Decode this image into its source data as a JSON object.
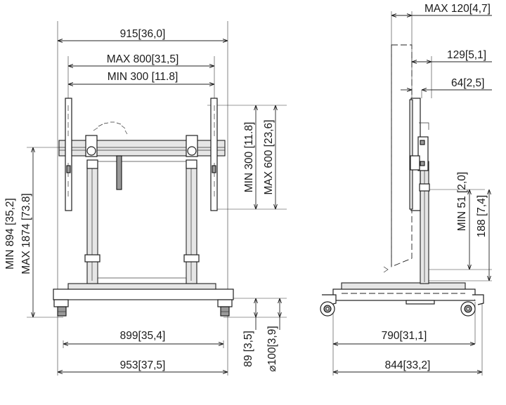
{
  "front_view": {
    "overall_width": {
      "mm": "915",
      "inch": "36,0"
    },
    "max_mount_width": {
      "mm": "MAX 800",
      "inch": "31,5"
    },
    "min_mount_width": {
      "mm": "MIN 300",
      "inch": "11.8"
    },
    "min_mount_height": {
      "mm": "MIN 300",
      "inch": "11.8"
    },
    "max_mount_height": {
      "mm": "MAX 600",
      "inch": "23,6"
    },
    "min_height": {
      "mm": "MIN 894",
      "inch": "35,2"
    },
    "max_height": {
      "mm": "MAX 1874",
      "inch": "73.8"
    },
    "base_width": {
      "mm": "899",
      "inch": "35,4"
    },
    "wheelbase_width": {
      "mm": "953",
      "inch": "37,5"
    },
    "base_clearance": {
      "mm": "89",
      "inch": "3,5"
    },
    "wheel_diameter": {
      "mm": "⌀100",
      "inch": "3,9"
    }
  },
  "side_view": {
    "max_depth": {
      "mm": "MAX 120",
      "inch": "4,7"
    },
    "offset_129": {
      "mm": "129",
      "inch": "5,1"
    },
    "offset_64": {
      "mm": "64",
      "inch": "2,5"
    },
    "min_offset": {
      "mm": "MIN 51",
      "inch": "2,0"
    },
    "height_188": {
      "mm": "188",
      "inch": "7,4"
    },
    "base_depth": {
      "mm": "790",
      "inch": "31,1"
    },
    "wheel_depth": {
      "mm": "844",
      "inch": "33,2"
    }
  }
}
